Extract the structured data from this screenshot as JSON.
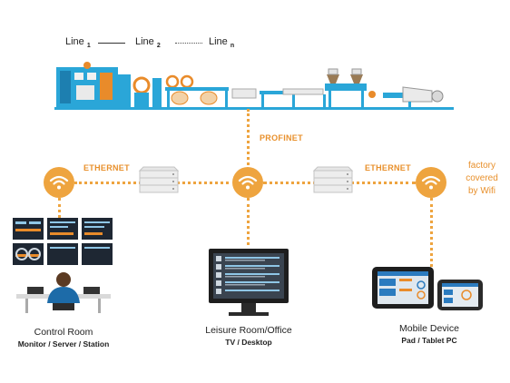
{
  "legend": {
    "line1_text": "Line",
    "line1_sub": "1",
    "line2_text": "Line",
    "line2_sub": "2",
    "linen_text": "Line",
    "linen_sub": "n"
  },
  "network": {
    "profinet_label": "PROFINET",
    "ethernet_left_label": "ETHERNET",
    "ethernet_right_label": "ETHERNET",
    "wifi_note_lines": [
      "factory",
      "covered",
      "by Wifi"
    ]
  },
  "locations": {
    "control_room": {
      "title": "Control Room",
      "subtitle": "Monitor / Server / Station"
    },
    "leisure_room": {
      "title": "Leisure Room/Office",
      "subtitle": "TV / Desktop"
    },
    "mobile_device": {
      "title": "Mobile Device",
      "subtitle": "Pad / Tablet PC"
    }
  },
  "colors": {
    "accent_orange": "#eea43f",
    "label_orange": "#e8902c",
    "machine_blue": "#2aa6d8",
    "machine_orange": "#e98b2a"
  }
}
